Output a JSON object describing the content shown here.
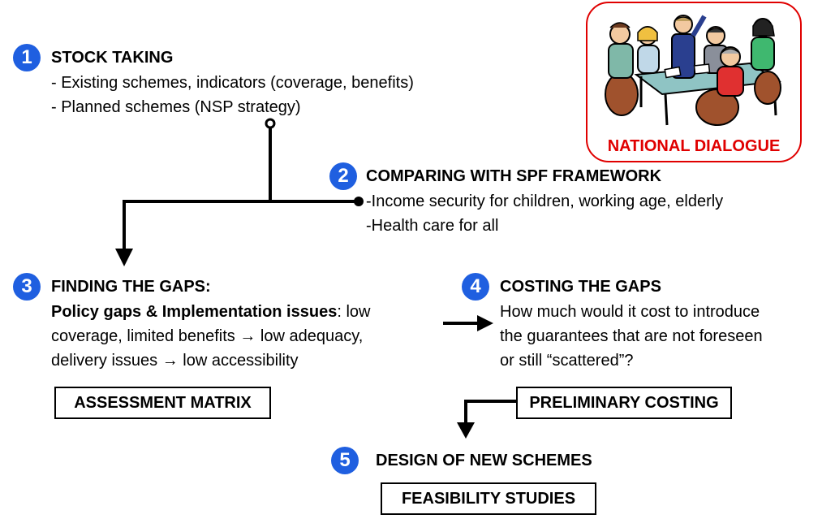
{
  "step1": {
    "number": "1",
    "title": "STOCK TAKING",
    "lines": [
      "- Existing schemes, indicators (coverage, benefits)",
      "- Planned schemes (NSP strategy)"
    ]
  },
  "step2": {
    "number": "2",
    "title": "COMPARING WITH SPF FRAMEWORK",
    "lines": [
      "-Income security for children, working age, elderly",
      "-Health care for all"
    ]
  },
  "step3": {
    "number": "3",
    "title": "FINDING THE GAPS:",
    "bold_lead": "Policy gaps & Implementation issues",
    "line1_rest": ": low",
    "line2": "coverage, limited benefits → low adequacy,",
    "line3": "delivery issues → low accessibility",
    "box": "ASSESSMENT MATRIX"
  },
  "step4": {
    "number": "4",
    "title": "COSTING THE GAPS",
    "lines": [
      "How much would it cost to introduce",
      "the guarantees that are not foreseen",
      "or still “scattered”?"
    ],
    "box": "PRELIMINARY COSTING"
  },
  "step5": {
    "number": "5",
    "title": "DESIGN OF NEW SCHEMES",
    "box": "FEASIBILITY STUDIES"
  },
  "dialogue": {
    "label": "NATIONAL DIALOGUE"
  },
  "colors": {
    "step_circle": "#1f5fe0",
    "dialogue_accent": "#e00000"
  }
}
